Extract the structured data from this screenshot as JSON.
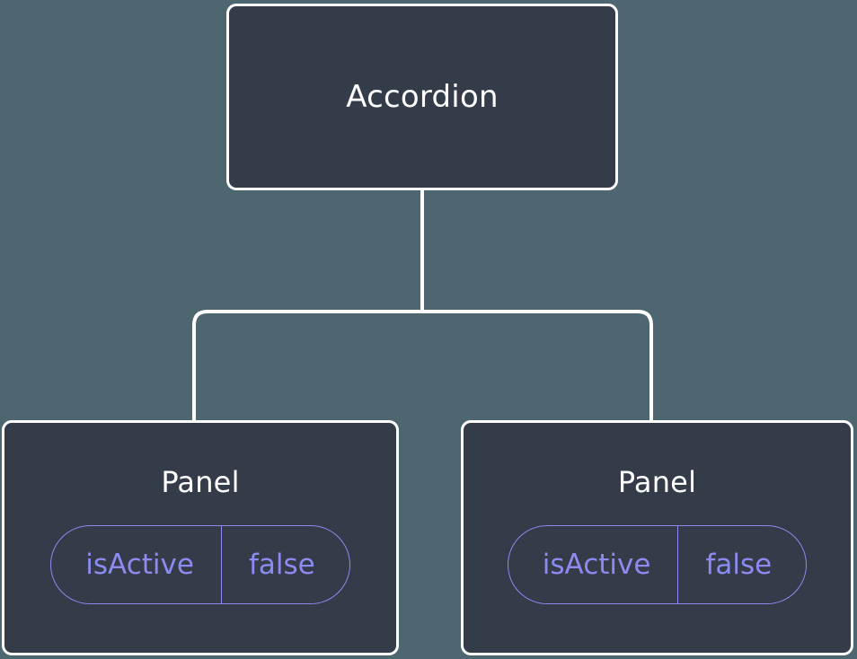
{
  "diagram": {
    "type": "component-tree",
    "background_color": "#4d6670",
    "node_fill_color": "#343b49",
    "node_border_color": "#ffffff",
    "connector_color": "#ffffff",
    "badge_color": "#8b8bf0",
    "root": {
      "title": "Accordion"
    },
    "children": [
      {
        "title": "Panel",
        "props": [
          {
            "key": "isActive",
            "value": "false"
          }
        ]
      },
      {
        "title": "Panel",
        "props": [
          {
            "key": "isActive",
            "value": "false"
          }
        ]
      }
    ]
  }
}
